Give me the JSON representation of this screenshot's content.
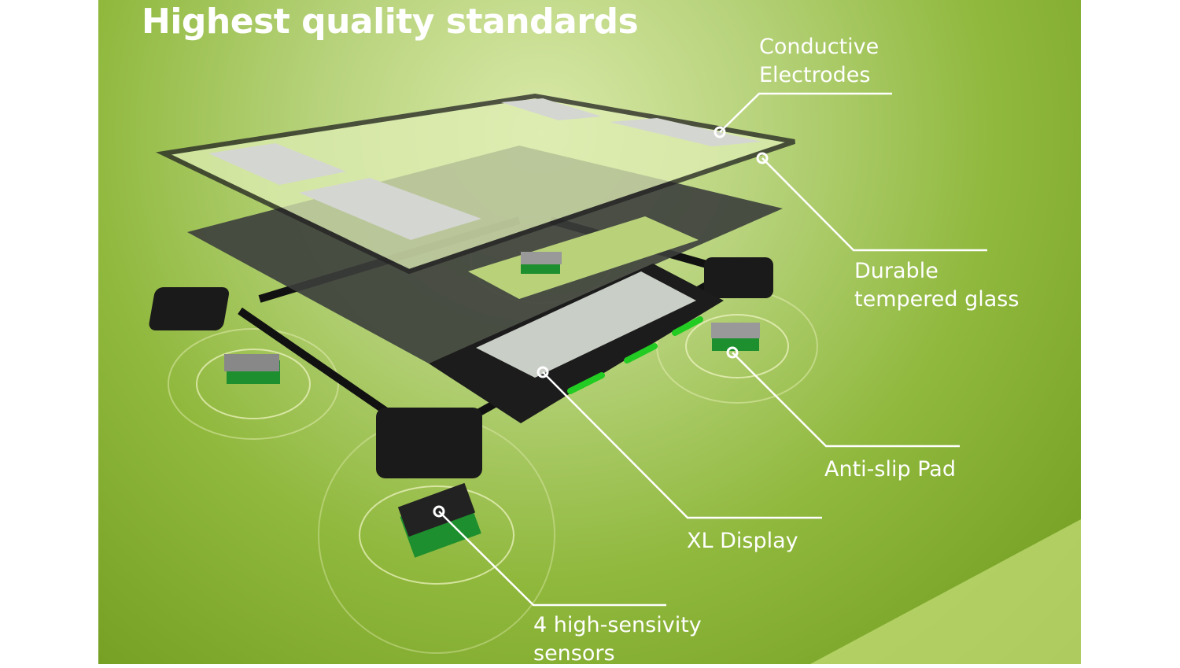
{
  "title": "Highest quality standards",
  "callouts": [
    {
      "id": "electrodes",
      "lines": [
        "Conductive",
        "Electrodes"
      ]
    },
    {
      "id": "glass",
      "lines": [
        "Durable",
        "tempered glass"
      ]
    },
    {
      "id": "antislip",
      "lines": [
        "Anti-slip Pad"
      ]
    },
    {
      "id": "display",
      "lines": [
        "XL Display"
      ]
    },
    {
      "id": "sensors",
      "lines": [
        "4 high-sensivity",
        "sensors"
      ]
    }
  ],
  "colors": {
    "background": "#8fb83c",
    "led": "#22cc22",
    "text": "#ffffff"
  }
}
